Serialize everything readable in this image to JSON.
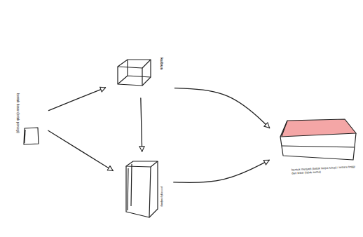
{
  "diagram": {
    "nodes": [
      {
        "text": [
          "bentuk dasar (kotak persegi)"
        ]
      },
      {
        "text": [
          "kubus"
        ]
      },
      {
        "text": [
          "persegi panjang"
        ]
      },
      {
        "text": [
          "bentuk menjadi (balok tanpa tutup) / antara tinggi dan lebar (tidak sama)"
        ]
      }
    ],
    "edges": [
      {
        "from": 0,
        "to": 1,
        "arrow": "to"
      },
      {
        "from": 0,
        "to": 2,
        "arrow": "to"
      },
      {
        "from": 1,
        "to": 2,
        "arrow": "to"
      },
      {
        "from": 1,
        "to": 3,
        "arrow": "to"
      },
      {
        "from": 2,
        "to": 3,
        "arrow": "to"
      }
    ]
  }
}
